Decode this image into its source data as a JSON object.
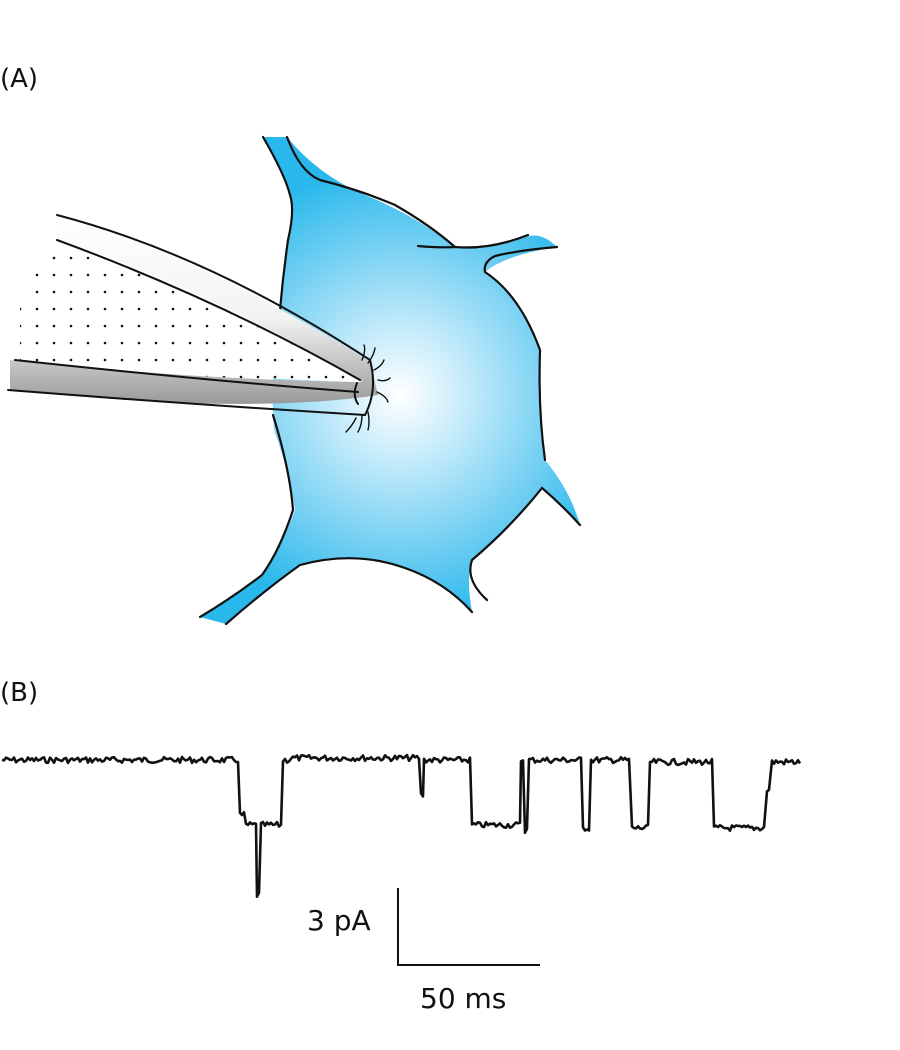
{
  "panels": {
    "a_label": "(A)",
    "b_label": "(B)"
  },
  "scale": {
    "current_label": "3 pA",
    "time_label": "50 ms"
  },
  "colors": {
    "cell_fill": "#29b8ec",
    "cell_center": "#ffffff",
    "outline": "#111111",
    "trace": "#111111"
  }
}
